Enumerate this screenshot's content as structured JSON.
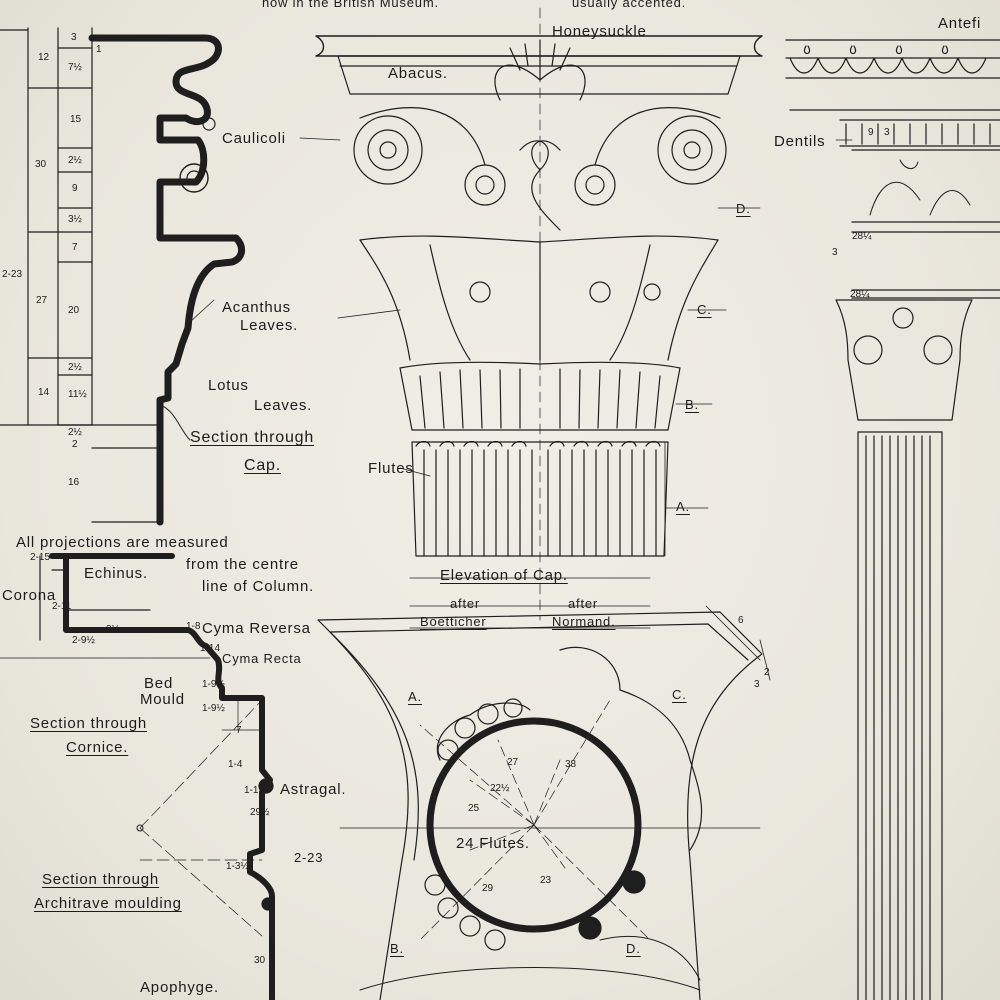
{
  "drawing": {
    "top_notes": {
      "museum": "now in the British Museum.",
      "accented": "usually accented."
    },
    "capital": {
      "honeysuckle": "Honeysuckle",
      "abacus": "Abacus.",
      "caulicoli": "Caulicoli",
      "antefix": "Antefi",
      "dentils": "Dentils",
      "markers": {
        "d": "D.",
        "c": "C.",
        "b": "B.",
        "a": "A."
      },
      "flutes": "Flutes",
      "elevation": "Elevation of Cap.",
      "after_1": "after",
      "after_2": "after",
      "boetticher": "Boetticher",
      "normand": "Normand."
    },
    "section_cap": {
      "acanthus_1": "Acanthus",
      "acanthus_2": "Leaves.",
      "lotus_1": "Lotus",
      "lotus_2": "Leaves.",
      "title_1": "Section through",
      "title_2": "Cap.",
      "dims": [
        "3",
        "12",
        "7½",
        "1",
        "15",
        "30",
        "2½",
        "9",
        "3½",
        "7",
        "2-23",
        "27",
        "20",
        "2½",
        "14",
        "11½",
        "2½",
        "2",
        "16"
      ]
    },
    "cornice": {
      "note_1": "All projections are measured",
      "note_2": "from the centre",
      "note_3": "line of Column.",
      "echinus": "Echinus.",
      "corona": "Corona",
      "cyma_reversa": "Cyma Reversa",
      "cyma_recta": "Cyma Recta",
      "bed_1": "Bed",
      "bed_2": "Mould",
      "title_1": "Section through",
      "title_2": "Cornice.",
      "astragal": "Astragal.",
      "arch_1": "Section through",
      "arch_2": "Architrave moulding",
      "apophyge": "Apophyge.",
      "dims": [
        "2-15",
        "2-11",
        "2-9½",
        "3½",
        "1-8",
        "1-14",
        "1-9½",
        "1-9½",
        "7",
        "1-4",
        "1-1",
        "29½",
        "2-23",
        "1-3½",
        "30"
      ]
    },
    "plan": {
      "flutes": "24 Flutes.",
      "markers": {
        "a": "A.",
        "b": "B.",
        "c": "C.",
        "d": "D."
      },
      "dims": [
        "27",
        "38",
        "22½",
        "25",
        "29",
        "23",
        "6",
        "2",
        "3"
      ]
    },
    "column": {
      "dims": [
        "9",
        "3",
        "28¼",
        "3",
        "28¼"
      ]
    }
  }
}
